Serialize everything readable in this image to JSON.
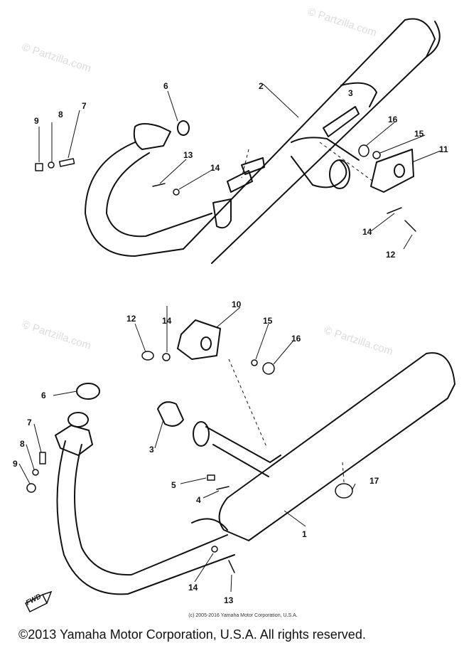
{
  "watermarks": [
    "© Partzilla.com",
    "© Partzilla.com",
    "© Partzilla.com",
    "© Partzilla.com"
  ],
  "diagram": {
    "top_callouts": [
      "2",
      "3",
      "6",
      "7",
      "8",
      "9",
      "11",
      "12",
      "13",
      "14",
      "14",
      "15",
      "16"
    ],
    "bottom_callouts": [
      "1",
      "3",
      "4",
      "5",
      "6",
      "7",
      "8",
      "9",
      "10",
      "12",
      "13",
      "14",
      "14",
      "15",
      "16",
      "17"
    ],
    "fwd_label": "FWD"
  },
  "small_copyright": "(c) 2005-2016 Yamaha Motor Corporation, U.S.A.",
  "footer_copyright": "©2013 Yamaha Motor Corporation, U.S.A. All rights reserved."
}
